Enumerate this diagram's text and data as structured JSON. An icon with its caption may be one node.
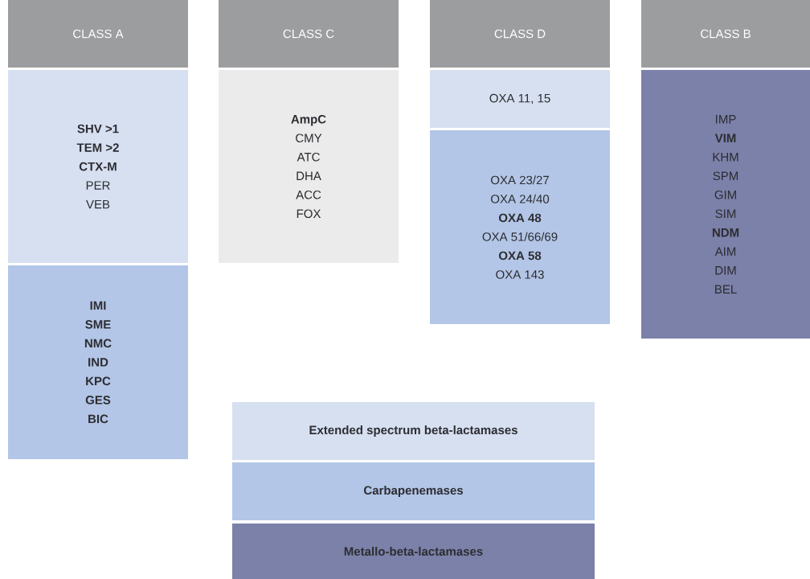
{
  "diagram": {
    "nodes": [
      {
        "text": [
          "CLASS A"
        ]
      },
      {
        "text": [
          "CLASS C"
        ]
      },
      {
        "text": [
          "CLASS D"
        ]
      },
      {
        "text": [
          "CLASS B"
        ]
      },
      {
        "text": [
          "**SHV >1**",
          "**TEM >2**",
          "**CTX-M**",
          "PER",
          "VEB"
        ]
      },
      {
        "text": [
          "**IMI**",
          "**SME**",
          "**NMC**",
          "**IND**",
          "**KPC**",
          "**GES**",
          "**BIC**"
        ]
      },
      {
        "text": [
          "**AmpC**",
          "CMY",
          "ATC",
          "DHA",
          "ACC",
          "FOX"
        ]
      },
      {
        "text": [
          "OXA 11, 15"
        ]
      },
      {
        "text": [
          "OXA 23/27",
          "OXA 24/40",
          "**OXA 48**",
          "OXA 51/66/69",
          "**OXA 58**",
          "OXA 143"
        ]
      },
      {
        "text": [
          "IMP",
          "**VIM**",
          "KHM",
          "SPM",
          "GIM",
          "SIM",
          "**NDM**",
          "AIM",
          "DIM",
          "BEL"
        ]
      }
    ],
    "legend": [
      {
        "text": "Extended spectrum beta-lactamases",
        "color": "#d6e0f1"
      },
      {
        "text": "Carbapenemases",
        "color": "#b3c6e7"
      },
      {
        "text": "Metallo-beta-lactamases",
        "color": "#7b81a9"
      }
    ]
  }
}
